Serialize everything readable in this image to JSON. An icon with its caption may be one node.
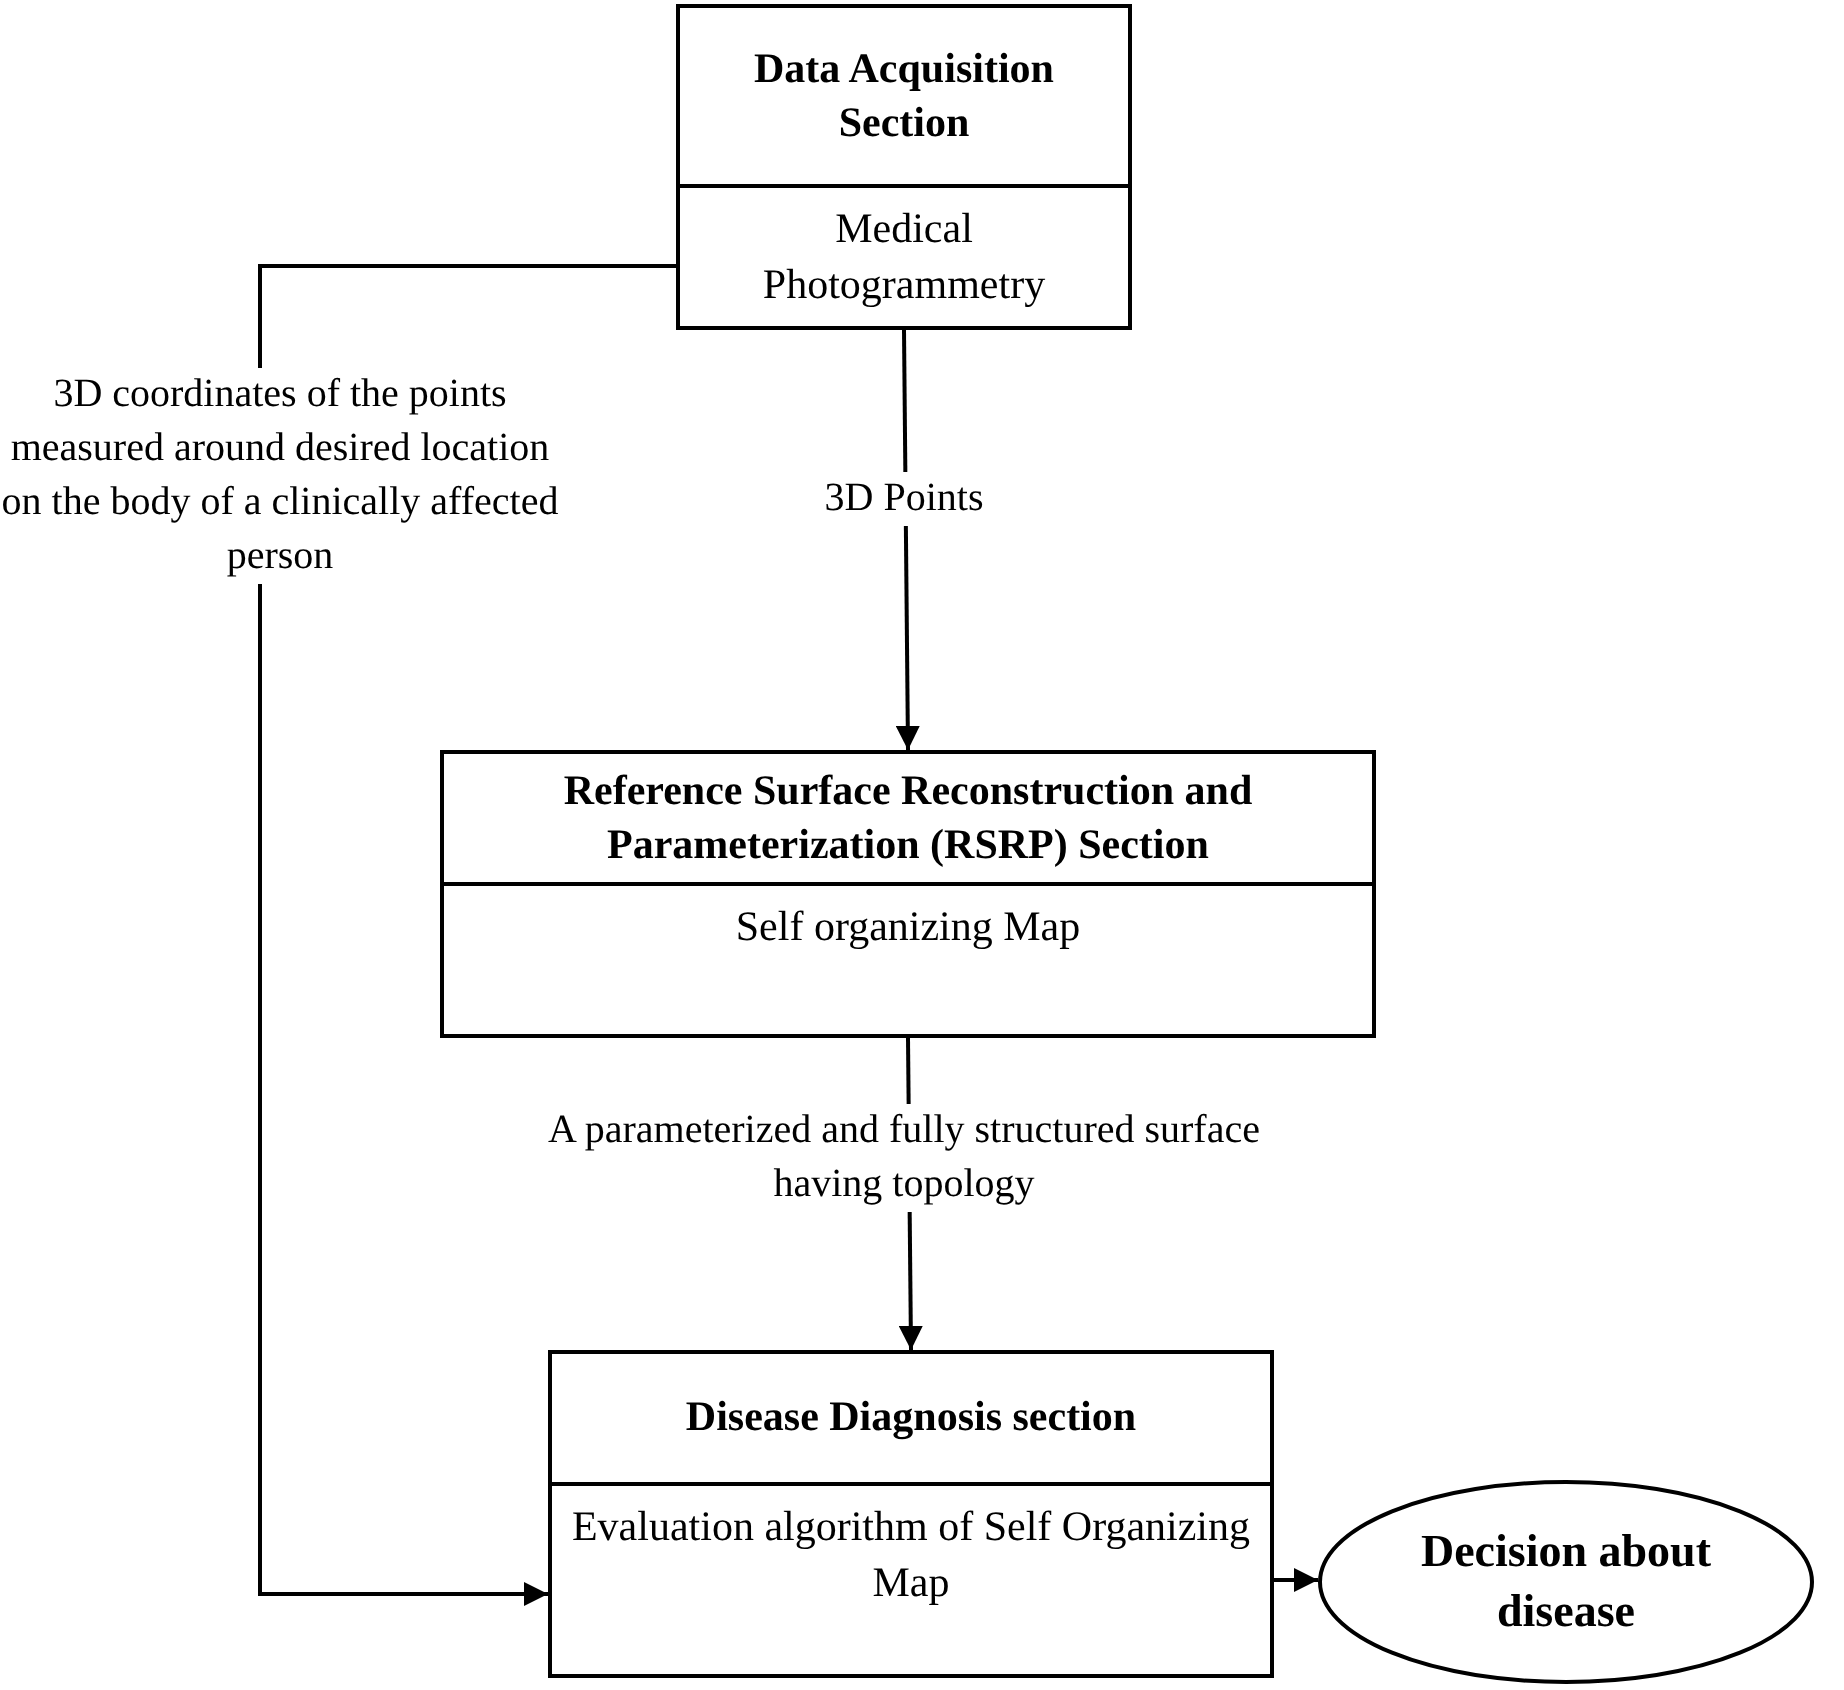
{
  "diagram": {
    "nodes": [
      {
        "text": [
          "Data Acquisition Section",
          "Medical Photogrammetry"
        ]
      },
      {
        "text": [
          "Reference Surface Reconstruction and Parameterization (RSRP) Section",
          "Self organizing Map"
        ]
      },
      {
        "text": [
          "Disease Diagnosis section",
          "Evaluation algorithm of Self Organizing Map"
        ]
      },
      {
        "text": [
          "Decision about disease"
        ]
      }
    ],
    "edges": [
      {
        "from": 0,
        "to": 1,
        "arrow": "to",
        "label": "3D Points"
      },
      {
        "from": 1,
        "to": 2,
        "arrow": "to",
        "label": "A parameterized and fully structured surface having topology"
      },
      {
        "from": 0,
        "to": 2,
        "arrow": "to",
        "label": "3D coordinates of the points measured around desired location on the body of a clinically affected person"
      },
      {
        "from": 2,
        "to": 3,
        "arrow": "to"
      }
    ]
  }
}
